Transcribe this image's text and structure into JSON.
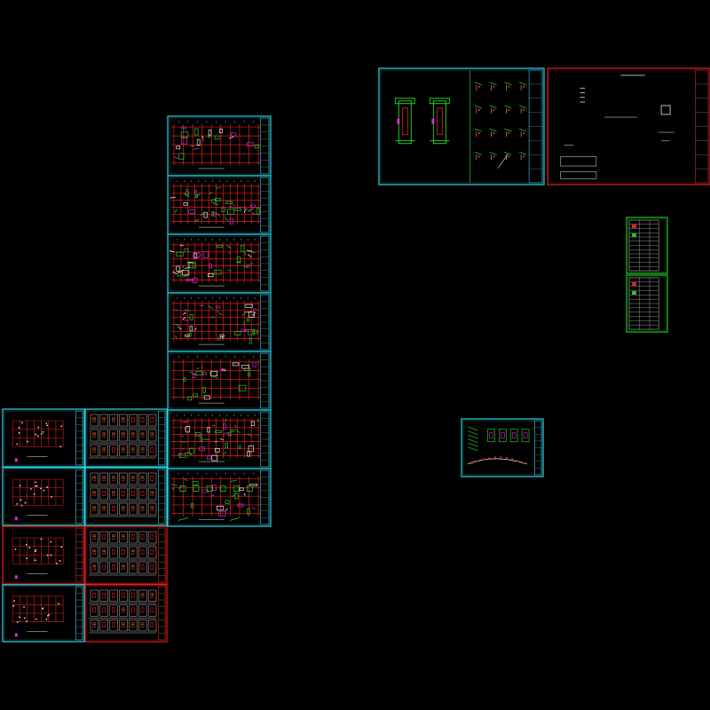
{
  "colors": {
    "background": "#000000",
    "cyan": "#2fd5e8",
    "red": "#e0201c",
    "green": "#22c422",
    "magenta": "#d22cd2",
    "white": "#e6e6e6",
    "yellow": "#e8e020"
  },
  "sheets": [
    {
      "name": "sheet-col1-row1",
      "frame": "cyan"
    },
    {
      "name": "sheet-col1-row2",
      "frame": "cyan"
    },
    {
      "name": "sheet-col1-row3",
      "frame": "red"
    },
    {
      "name": "sheet-col1-row4",
      "frame": "cyan"
    },
    {
      "name": "sheet-col2-row1",
      "frame": "cyan"
    },
    {
      "name": "sheet-col2-row2",
      "frame": "cyan"
    },
    {
      "name": "sheet-col2-row3",
      "frame": "red"
    },
    {
      "name": "sheet-col2-row4",
      "frame": "red"
    },
    {
      "name": "sheet-col3-row1",
      "frame": "cyan"
    },
    {
      "name": "sheet-col3-row2",
      "frame": "cyan"
    },
    {
      "name": "sheet-col3-row3",
      "frame": "cyan"
    },
    {
      "name": "sheet-col3-row4",
      "frame": "cyan"
    },
    {
      "name": "sheet-col3-row5",
      "frame": "cyan"
    },
    {
      "name": "sheet-col3-row6",
      "frame": "cyan"
    },
    {
      "name": "sheet-col3-row7",
      "frame": "cyan"
    },
    {
      "name": "sheet-stair-details",
      "frame": "cyan"
    },
    {
      "name": "sheet-design-notes",
      "frame": "red"
    },
    {
      "name": "sheet-schedule-top",
      "frame": "green"
    },
    {
      "name": "sheet-schedule-bottom",
      "frame": "green"
    },
    {
      "name": "sheet-small-elevation",
      "frame": "cyan"
    }
  ]
}
